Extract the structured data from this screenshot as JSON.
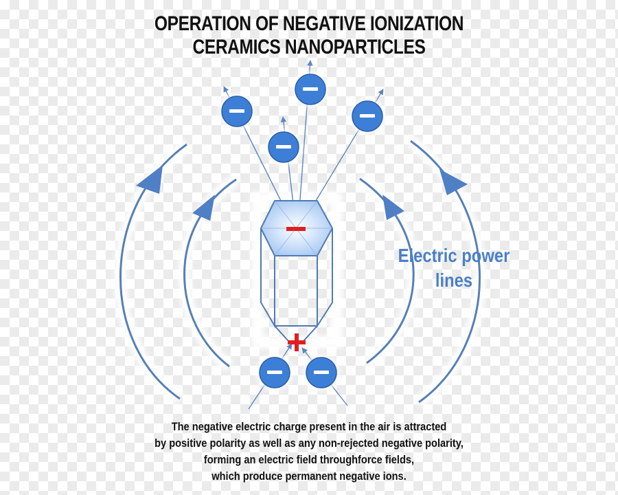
{
  "title": {
    "line1": "OPERATION OF NEGATIVE IONIZATION",
    "line2": "CERAMICS NANOPARTICLES"
  },
  "field_label": {
    "line1": "Electric power",
    "line2": "lines"
  },
  "caption": {
    "line1": "The negative electric charge present in the air is attracted",
    "line2": "by positive polarity as well as any non-rejected negative polarity,",
    "line3": "forming an electric field throughforce fields,",
    "line4": "which produce permanent negative ions."
  },
  "colors": {
    "ion_fill": "#3d7fd6",
    "line_color": "#5580b8",
    "crystal_stroke": "#4e7ab5",
    "charge_red": "#e02020",
    "text_dark": "#111111",
    "label_blue": "#4a7fc8"
  },
  "icons": {
    "ion": "negative-ion-circle",
    "negative_pole": "minus-sign",
    "positive_pole": "plus-sign"
  }
}
